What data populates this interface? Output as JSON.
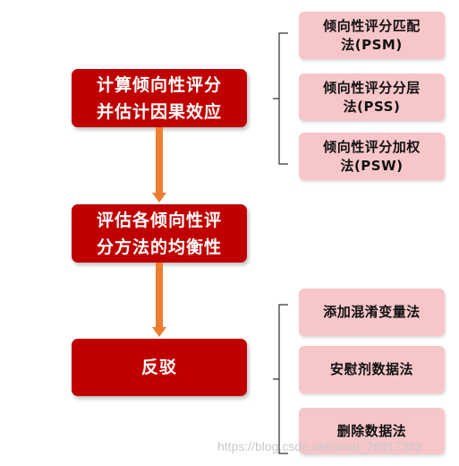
{
  "main_steps": [
    {
      "line1": "计算倾向性评分",
      "line2": "并估计因果效应"
    },
    {
      "line1": "评估各倾向性评",
      "line2": "分方法的均衡性"
    },
    {
      "line1": "反驳",
      "line2": ""
    }
  ],
  "methods": [
    {
      "line1": "倾向性评分匹配",
      "line2": "法(PSM)"
    },
    {
      "line1": "倾向性评分分层",
      "line2": "法(PSS)"
    },
    {
      "line1": "倾向性评分加权",
      "line2": "法(PSW)"
    }
  ],
  "refutations": [
    {
      "label": "添加混淆变量法"
    },
    {
      "label": "安慰剂数据法"
    },
    {
      "label": "删除数据法"
    }
  ],
  "colors": {
    "main_box": "#c00000",
    "side_box": "#f7c6c9",
    "arrow": "#ed7d31"
  },
  "watermark": "https://blog.csdn.net/sinat_26917383"
}
